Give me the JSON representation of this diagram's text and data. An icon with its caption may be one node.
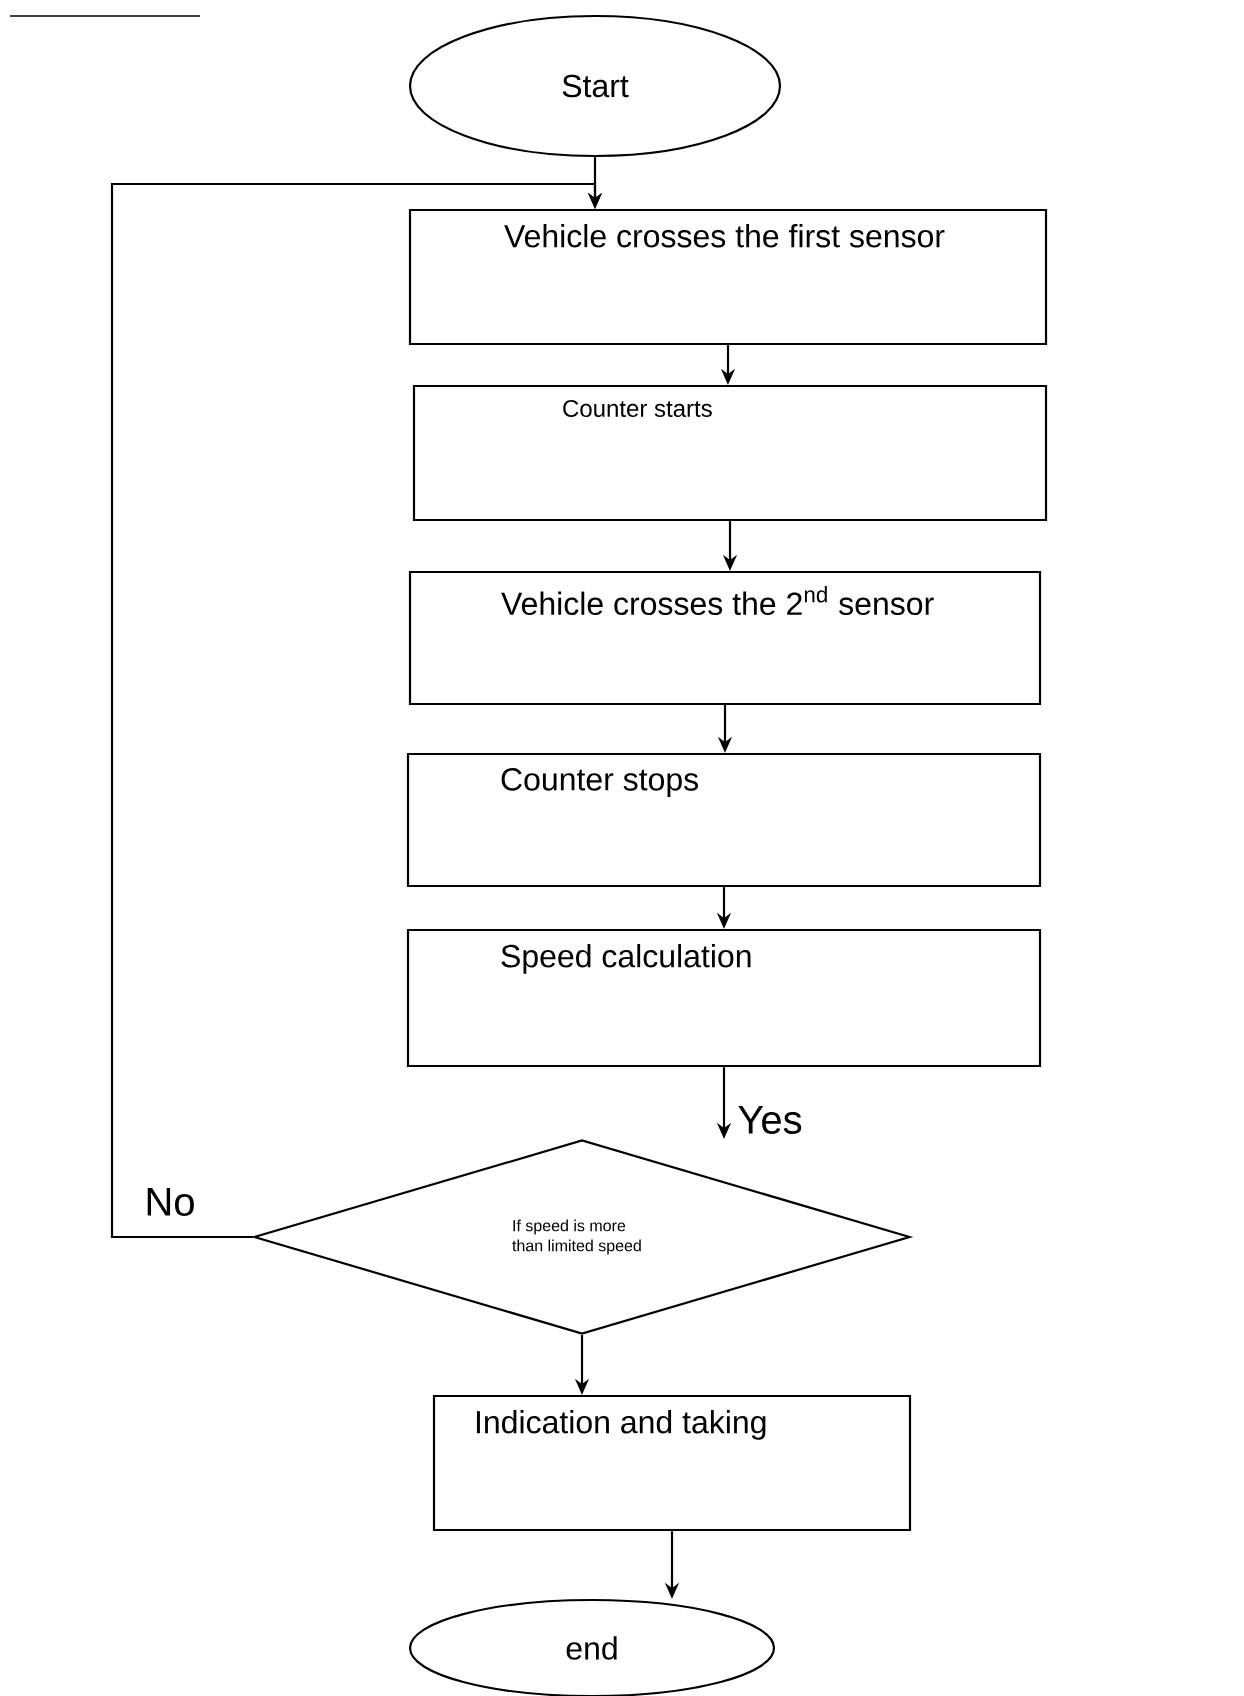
{
  "diagram": {
    "nodes": [
      {
        "text": [
          "Start"
        ]
      },
      {
        "text": [
          "Vehicle crosses the first sensor"
        ]
      },
      {
        "text": [
          "Counter starts"
        ]
      },
      {
        "text": [
          "Vehicle crosses the 2$^{nd}$ sensor"
        ]
      },
      {
        "text": [
          "Counter stops"
        ]
      },
      {
        "text": [
          "Speed calculation"
        ]
      },
      {
        "text": [
          "If speed is more than limited speed"
        ]
      },
      {
        "text": [
          "Indication and taking"
        ]
      },
      {
        "text": [
          "end"
        ]
      }
    ],
    "edges": [
      {
        "from": 0,
        "to": 1,
        "arrow": "to"
      },
      {
        "from": 1,
        "to": 2,
        "arrow": "to"
      },
      {
        "from": 2,
        "to": 3,
        "arrow": "to"
      },
      {
        "from": 3,
        "to": 4,
        "arrow": "to"
      },
      {
        "from": 4,
        "to": 5,
        "arrow": "to"
      },
      {
        "from": 5,
        "to": 6,
        "arrow": "to"
      },
      {
        "from": 6,
        "to": 1,
        "arrow": "to",
        "label": "No"
      },
      {
        "from": 6,
        "to": 7,
        "arrow": "to"
      },
      {
        "from": 7,
        "to": 8,
        "arrow": "to"
      }
    ],
    "labels": [
      "Yes"
    ]
  }
}
